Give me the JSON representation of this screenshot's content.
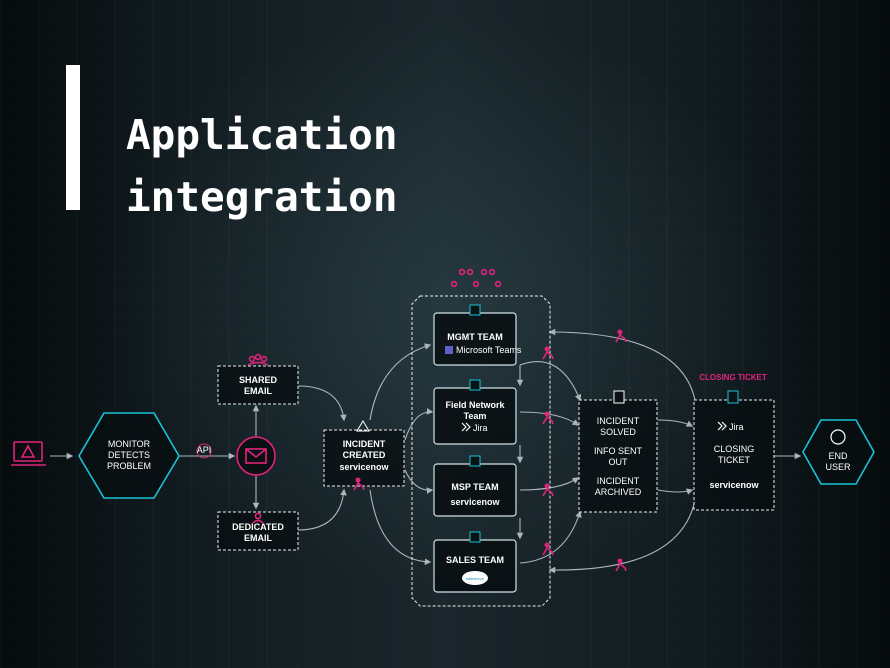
{
  "page": {
    "title_line1": "Application",
    "title_line2": "integration"
  },
  "nodes": {
    "monitor": "MONITOR DETECTS PROBLEM",
    "monitor_lines": [
      "MONITOR",
      "DETECTS",
      "PROBLEM"
    ],
    "shared_email_lines": [
      "SHARED",
      "EMAIL"
    ],
    "dedicated_email_lines": [
      "DEDICATED",
      "EMAIL"
    ],
    "incident_created_lines": [
      "INCIDENT",
      "CREATED"
    ],
    "servicenow": "servicenow",
    "mgmt_team": "MGMT TEAM",
    "microsoft_teams": "Microsoft Teams",
    "field_network_team_lines": [
      "Field Network",
      "Team"
    ],
    "jira": "Jira",
    "msp_team": "MSP TEAM",
    "sales_team": "SALES TEAM",
    "salesforce": "salesforce",
    "status_lines": [
      "INCIDENT",
      "SOLVED",
      "INFO SENT",
      "OUT",
      "INCIDENT",
      "ARCHIVED"
    ],
    "closing_ticket_header": "CLOSING TICKET",
    "closing_ticket_lines": [
      "CLOSING",
      "TICKET"
    ],
    "end_user_lines": [
      "END",
      "USER"
    ],
    "api_badge": "API"
  },
  "colors": {
    "accent_pink": "#e0237b",
    "accent_cyan": "#19c3d6",
    "background": "#0b1215",
    "line": "#aab6bc"
  },
  "icons": [
    "laptop-alert-icon",
    "hexagon-monitor-icon",
    "email-alert-icon",
    "users-icon",
    "warning-icon",
    "building-icon",
    "checklist-icon",
    "ticket-icon",
    "user-circle-icon",
    "worker-icon",
    "jira-icon",
    "teams-icon",
    "salesforce-icon"
  ]
}
